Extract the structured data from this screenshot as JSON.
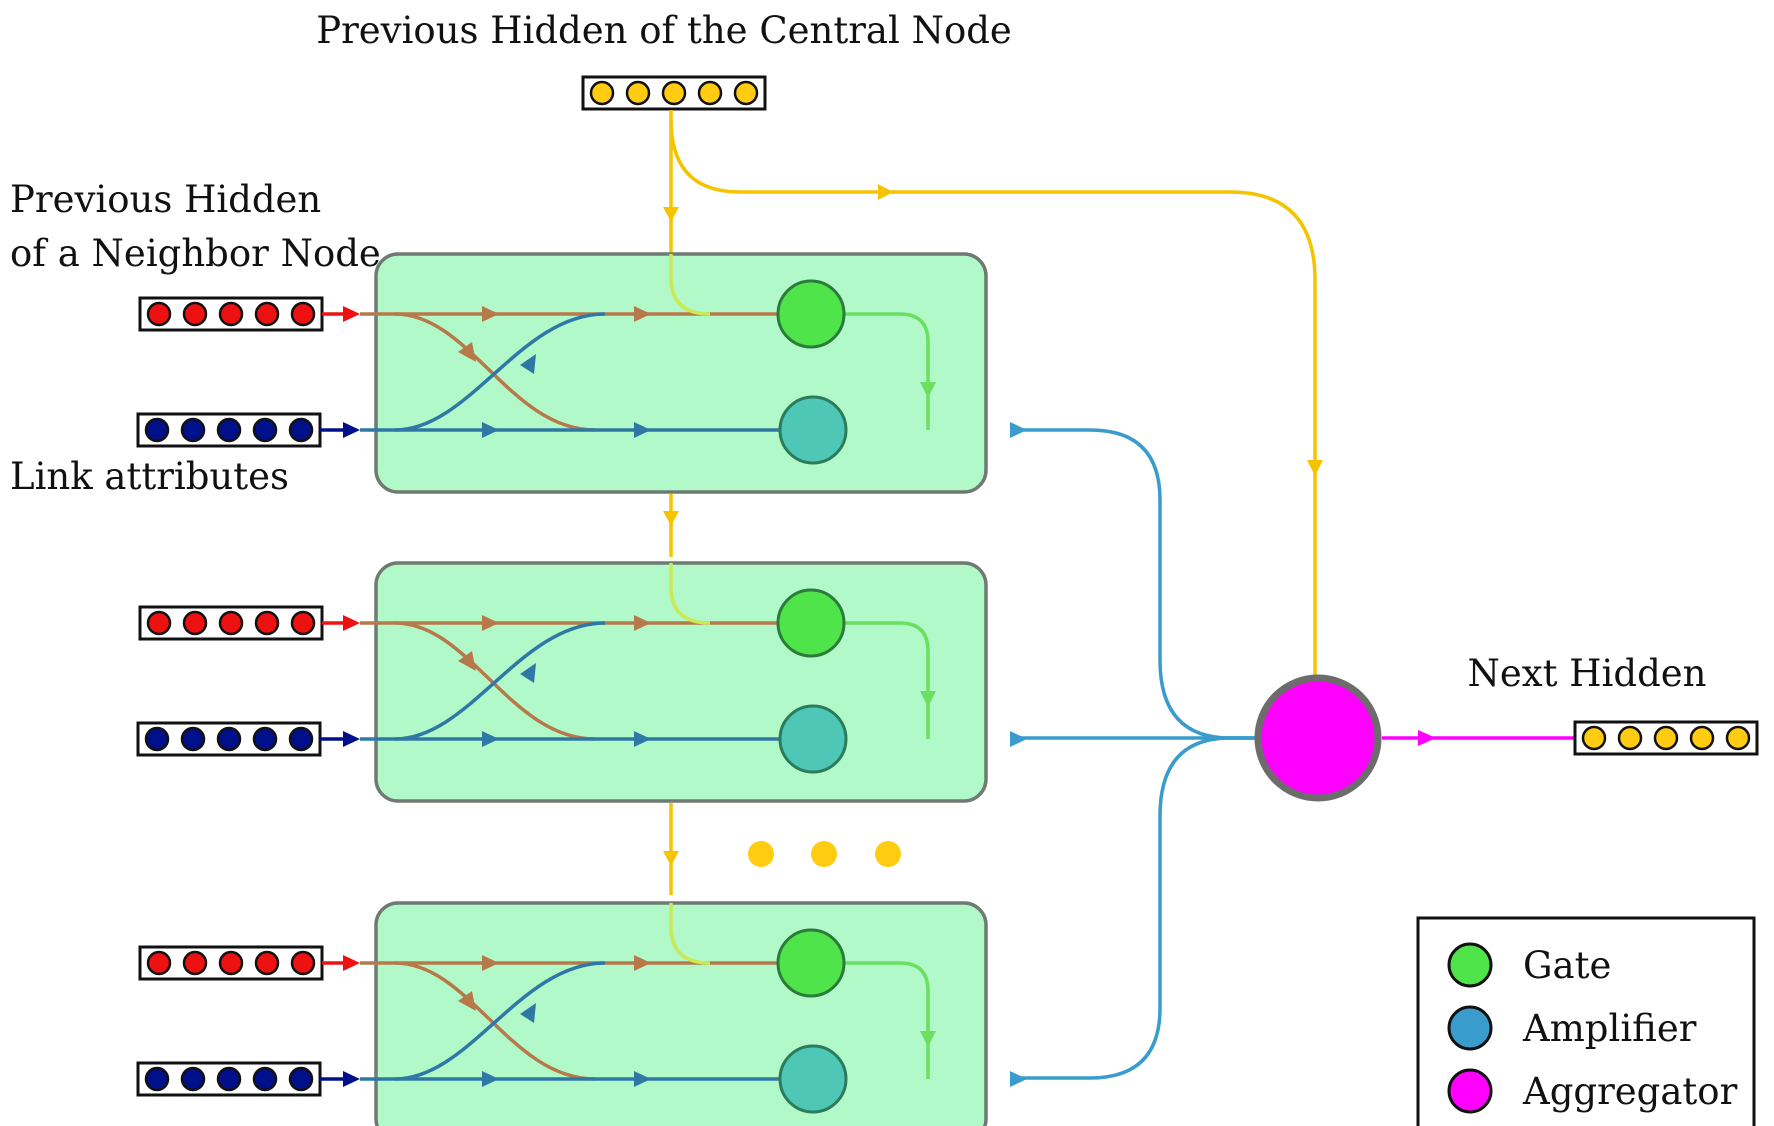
{
  "labels": {
    "central_title": "Previous Hidden of the Central Node",
    "neighbor_line1": "Previous Hidden",
    "neighbor_line2": "of a Neighbor Node",
    "link_attributes": "Link attributes",
    "next_hidden": "Next Hidden"
  },
  "legend": [
    {
      "label": "Gate",
      "color": "#4ee44a"
    },
    {
      "label": "Amplifier",
      "color": "#3a9ccd"
    },
    {
      "label": "Aggregator",
      "color": "#ff00ff"
    }
  ],
  "colors": {
    "neighbor_dot": "#ee1111",
    "link_dot": "#00108a",
    "hidden_dot": "#ffcc11",
    "module_fill": "#b1f9c9",
    "gate": "#4ee44a",
    "amplifier": "#4ec7b7",
    "aggregator": "#ff00ff",
    "central_line": "#f5c400",
    "neighbor_path": "#b7784a",
    "link_path": "#2f78a6",
    "gate_out": "#6be060",
    "amp_out": "#3a9ccd",
    "agg_out": "#ff00ff"
  }
}
